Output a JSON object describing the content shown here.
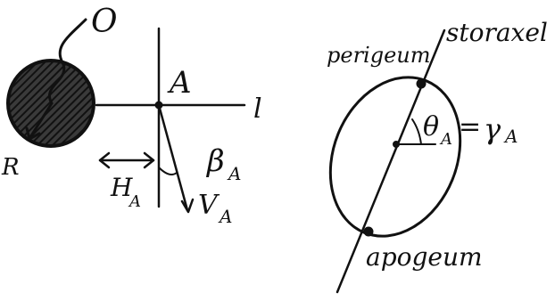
{
  "left_diagram": {
    "origin_label": "O",
    "radius_label": "R",
    "point_label": "A",
    "line_label": "l",
    "h_label": "H",
    "h_subscript": "A",
    "beta_label": "β",
    "beta_subscript": "A",
    "v_label": "V",
    "v_subscript": "A"
  },
  "right_diagram": {
    "axis_label": "storaxel",
    "perigee_label": "perigeum",
    "apogee_label": "apogeum",
    "theta_label": "θ",
    "theta_subscript": "A",
    "equals": "=",
    "gamma_label": "γ",
    "gamma_subscript": "A"
  },
  "colors": {
    "ink": "#111111",
    "background": "#ffffff"
  }
}
